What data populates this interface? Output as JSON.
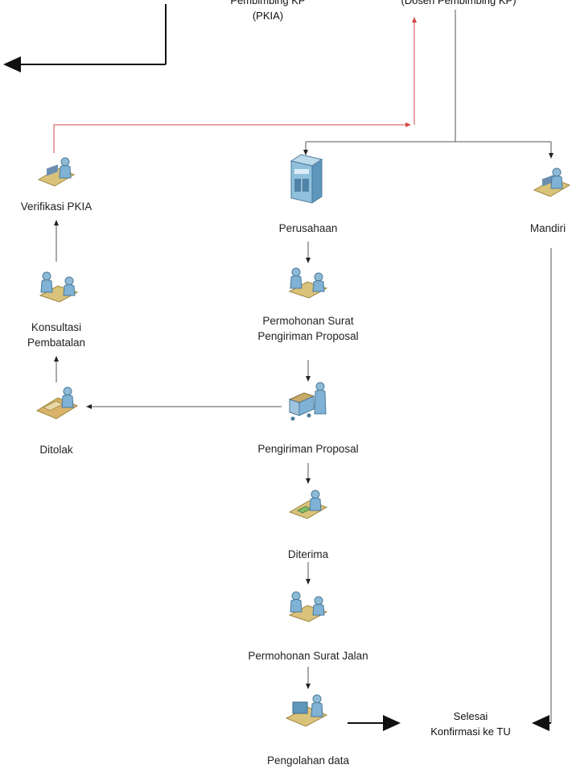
{
  "diagram": {
    "top_labels": {
      "pkia": [
        "Pembimbing KP",
        "(PKIA)"
      ],
      "dosen": "(Dosen Pembimbing KP)"
    },
    "nodes": {
      "verifikasi": "Verifikasi PKIA",
      "perusahaan": "Perusahaan",
      "mandiri": "Mandiri",
      "konsultasi": [
        "Konsultasi",
        "Pembatalan"
      ],
      "permohonan_proposal": [
        "Permohonan Surat",
        "Pengiriman Proposal"
      ],
      "ditolak": "Ditolak",
      "pengiriman_proposal": "Pengiriman Proposal",
      "diterima": "Diterima",
      "permohonan_jalan": "Permohonan Surat Jalan",
      "pengolahan": "Pengolahan data",
      "selesai": [
        "Selesai",
        "Konfirmasi ke TU"
      ]
    },
    "colors": {
      "line": "#555555",
      "red_line": "#d04848",
      "dark_arrow": "#111111",
      "figure_blue": "#7fb2d4",
      "desk": "#d9c27a"
    },
    "icons": [
      "person-at-desk-icon",
      "server-building-icon",
      "two-people-meeting-icon",
      "person-with-cart-icon"
    ]
  }
}
